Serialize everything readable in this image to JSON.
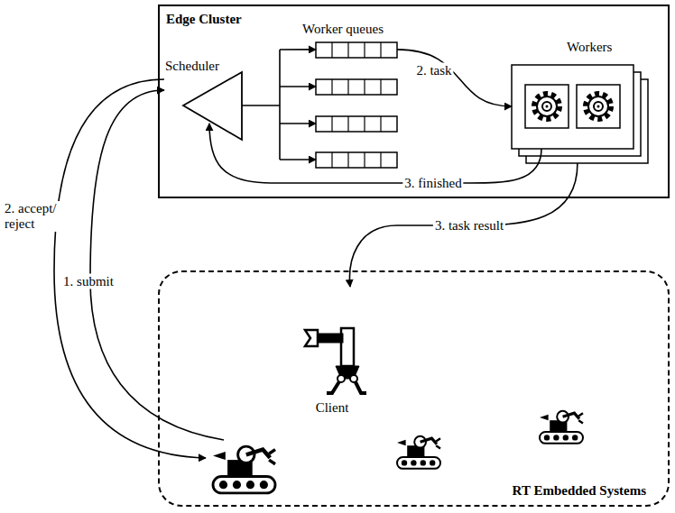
{
  "diagram": {
    "nodes": [
      {
        "text": [
          "Edge Cluster"
        ]
      },
      {
        "text": [
          "Scheduler"
        ],
        "in": 0
      },
      {
        "text": [
          "Worker queues"
        ],
        "in": 0
      },
      {
        "text": [
          "Workers"
        ],
        "in": 0
      },
      {
        "text": [
          "RT Embedded Systems"
        ]
      },
      {
        "text": [
          "Client"
        ],
        "in": 4
      }
    ],
    "edges": [
      {
        "from": 1,
        "to": 2,
        "arrow": "to"
      },
      {
        "from": 2,
        "to": 3,
        "arrow": "to",
        "label": "2. task"
      },
      {
        "from": 3,
        "to": 1,
        "arrow": "to",
        "label": "3. finished"
      },
      {
        "from": 3,
        "to": 4,
        "arrow": "to",
        "label": "3. task result"
      },
      {
        "from": 4,
        "to": 1,
        "arrow": "to",
        "label": "1. submit"
      },
      {
        "from": 1,
        "to": 4,
        "arrow": "to",
        "label": "2. accept/ reject"
      }
    ]
  }
}
